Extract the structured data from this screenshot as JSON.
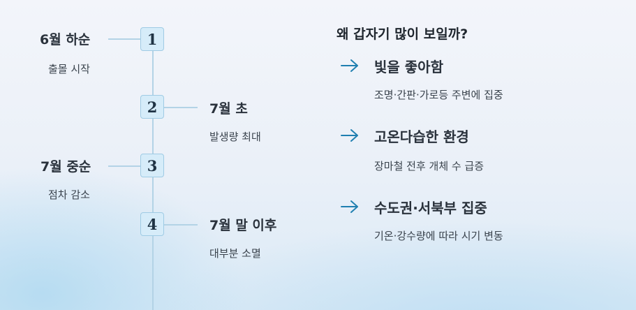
{
  "timeline": [
    {
      "number": "1",
      "title": "6월 하순",
      "subtitle": "출몰 시작"
    },
    {
      "number": "2",
      "title": "7월 초",
      "subtitle": "발생량 최대"
    },
    {
      "number": "3",
      "title": "7월 중순",
      "subtitle": "점차 감소"
    },
    {
      "number": "4",
      "title": "7월 말 이후",
      "subtitle": "대부분 소멸"
    }
  ],
  "reasons": {
    "heading": "왜 갑자기 많이 보일까?",
    "arrow_color": "#1f7fb0",
    "arrow_icon": "arrow-right-icon",
    "items": [
      {
        "title": "빛을 좋아함",
        "subtitle": "조명·간판·가로등 주변에 집중"
      },
      {
        "title": "고온다습한 환경",
        "subtitle": "장마철 전후 개체 수 급증"
      },
      {
        "title": "수도권·서북부 집중",
        "subtitle": "기온·강수량에 따라 시기 변동"
      }
    ]
  }
}
